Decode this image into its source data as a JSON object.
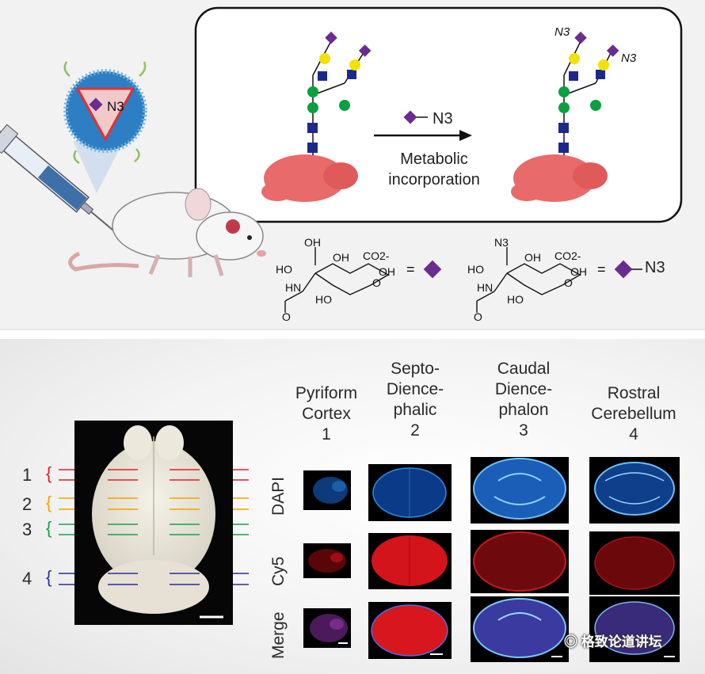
{
  "top": {
    "nanoparticle_label": "N3",
    "reaction_label": "N3",
    "arrow_label_line1": "Metabolic",
    "arrow_label_line2": "incorporation",
    "product_label_a": "N3",
    "product_label_b": "N3",
    "equals_1": "=",
    "equals_2": "=",
    "legend_azide": "N3",
    "chem_left": {
      "oh_top": "OH",
      "oh_mid": "OH",
      "co2": "CO2-",
      "oh_right": "OH",
      "ho_left": "HO",
      "hn": "HN",
      "ho_bottom": "HO",
      "o_ring": "O",
      "o_amide": "O"
    },
    "chem_right": {
      "n3_top": "N3",
      "oh_mid": "OH",
      "co2": "CO2-",
      "oh_right": "OH",
      "ho_left": "HO",
      "hn": "HN",
      "ho_bottom": "HO",
      "o_ring": "O",
      "o_amide": "O"
    },
    "colors": {
      "azide_diamond": "#6a2c91",
      "glcnac_square": "#1b2a8a",
      "man_circle": "#0aa040",
      "gal_circle": "#f4e100",
      "brain": "#e86a6a"
    }
  },
  "bottom": {
    "columns": [
      {
        "lines": [
          "Pyriform",
          "Cortex"
        ],
        "number": "1"
      },
      {
        "lines": [
          "Septo-",
          "Dience-",
          "phalic"
        ],
        "number": "2"
      },
      {
        "lines": [
          "Caudal",
          "Dience-",
          "phalon"
        ],
        "number": "3"
      },
      {
        "lines": [
          "Rostral",
          "Cerebellum"
        ],
        "number": "4"
      }
    ],
    "rows": [
      "DAPI",
      "Cy5",
      "Merge"
    ],
    "section_markers": [
      {
        "number": "1",
        "color": "#e0202a"
      },
      {
        "number": "2",
        "color": "#f5a100"
      },
      {
        "number": "3",
        "color": "#1aa04a"
      },
      {
        "number": "4",
        "color": "#2a2f9a"
      }
    ],
    "watermark": "格致论道讲坛"
  }
}
